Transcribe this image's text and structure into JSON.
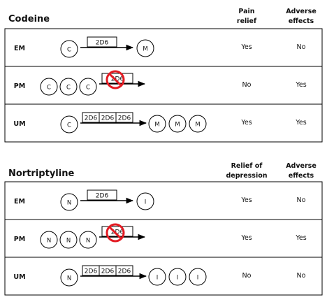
{
  "sections": [
    {
      "title": "Codeine",
      "col1_header": [
        "Pain",
        "relief"
      ],
      "col2_header": [
        "Adverse",
        "effects"
      ],
      "rows": [
        {
          "phenotype": "EM",
          "inputs": [
            "C"
          ],
          "enzymes": [
            "2D6"
          ],
          "blocked": false,
          "outputs": [
            "M"
          ],
          "col1": "Yes",
          "col2": "No"
        },
        {
          "phenotype": "PM",
          "inputs": [
            "C",
            "C",
            "C"
          ],
          "enzymes": [
            "2D6"
          ],
          "blocked": true,
          "outputs": [],
          "col1": "No",
          "col2": "Yes"
        },
        {
          "phenotype": "UM",
          "inputs": [
            "C"
          ],
          "enzymes": [
            "2D6",
            "2D6",
            "2D6"
          ],
          "blocked": false,
          "outputs": [
            "M",
            "M",
            "M"
          ],
          "col1": "Yes",
          "col2": "Yes"
        }
      ]
    },
    {
      "title": "Nortriptyline",
      "col1_header": [
        "Relief of",
        "depression"
      ],
      "col2_header": [
        "Adverse",
        "effects"
      ],
      "rows": [
        {
          "phenotype": "EM",
          "inputs": [
            "N"
          ],
          "enzymes": [
            "2D6"
          ],
          "blocked": false,
          "outputs": [
            "I"
          ],
          "col1": "Yes",
          "col2": "No"
        },
        {
          "phenotype": "PM",
          "inputs": [
            "N",
            "N",
            "N"
          ],
          "enzymes": [
            "2D6"
          ],
          "blocked": true,
          "outputs": [],
          "col1": "Yes",
          "col2": "Yes"
        },
        {
          "phenotype": "UM",
          "inputs": [
            "N"
          ],
          "enzymes": [
            "2D6",
            "2D6",
            "2D6"
          ],
          "blocked": false,
          "outputs": [
            "I",
            "I",
            "I"
          ],
          "col1": "No",
          "col2": "No"
        }
      ]
    }
  ],
  "colors": {
    "block": "#e31b23",
    "line": "#000000",
    "text": "#111111"
  }
}
